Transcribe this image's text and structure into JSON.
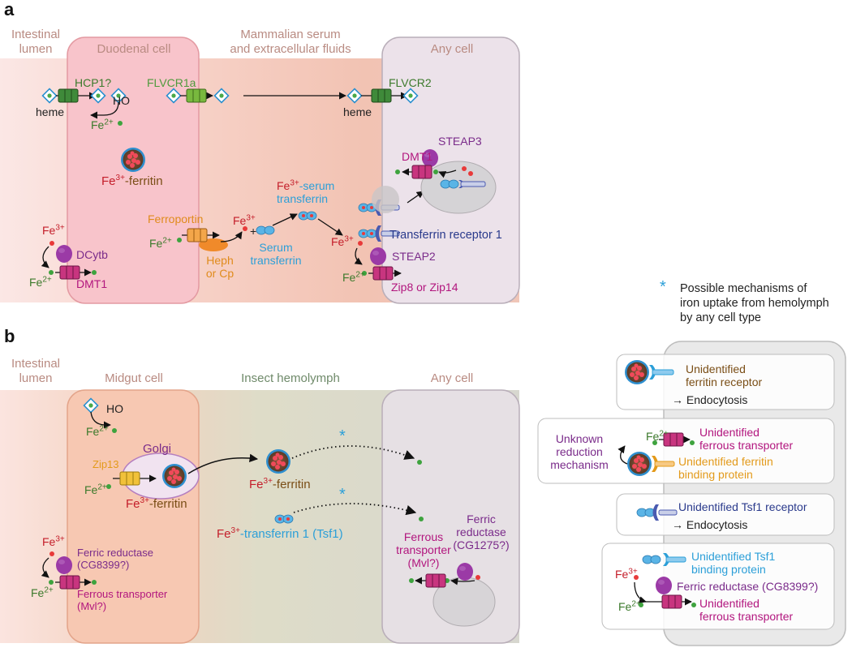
{
  "panel_a": {
    "label": "a",
    "headers": {
      "lumen": "Intestinal\nlumen",
      "cell": "Duodenal cell",
      "serum": "Mammalian serum\nand extracellular fluids",
      "any": "Any cell"
    },
    "hcp1": "HCP1?",
    "flvcr1a": "FLVCR1a",
    "flvcr2": "FLVCR2",
    "heme": "heme",
    "heme2": "heme",
    "ho": "HO",
    "fe2_ho": "Fe",
    "fe3_ferritin": "Fe",
    "ferritin_suffix": "-ferritin",
    "ferroportin": "Ferroportin",
    "fe2_fpn": "Fe",
    "fe3_fpn": "Fe",
    "plus": "+",
    "heph": "Heph\nor Cp",
    "serum_transferrin": "Serum\ntransferrin",
    "fe3_serum": "Fe",
    "serum_suffix": "-serum\ntransferrin",
    "fe3_tfr": "Fe",
    "tfr1": "Transferrin receptor 1",
    "steap3": "STEAP3",
    "dmt1_any": "DMT1",
    "steap2": "STEAP2",
    "zip": "Zip8 or Zip14",
    "fe2_zip": "Fe",
    "fe3_dcytb": "Fe",
    "dcytb": "DCytb",
    "fe2_dmt1": "Fe",
    "dmt1": "DMT1"
  },
  "panel_b": {
    "label": "b",
    "headers": {
      "lumen": "Intestinal\nlumen",
      "cell": "Midgut cell",
      "hemo": "Insect hemolymph",
      "any": "Any cell"
    },
    "ho": "HO",
    "fe2_ho": "Fe",
    "golgi": "Golgi",
    "zip13": "Zip13",
    "fe2_zip13": "Fe",
    "fe3_golgi": "Fe",
    "ferritin_suffix": "-ferritin",
    "fe3_hemo": "Fe",
    "ferritin_hemo_suffix": "-ferritin",
    "fe3_tsf": "Fe",
    "tsf_suffix": "-transferrin 1 (Tsf1)",
    "fe3_red": "Fe",
    "ferric_red": "Ferric reductase\n(CG8399?)",
    "ferrous_tr": "Ferrous transporter\n(Mvl?)",
    "fe2_red": "Fe",
    "any_ferric": "Ferric\nreductase\n(CG1275?)",
    "any_ferrous": "Ferrous\ntransporter\n(Mvl?)",
    "asterisk1": "*",
    "asterisk2": "*"
  },
  "legend": {
    "asterisk": "*",
    "text": "Possible mechanisms of\niron uptake from hemolymph\nby any cell type",
    "box1_title": "Unidentified\nferritin receptor",
    "box1_endo": "→ Endocytosis",
    "box2_fe": "Fe",
    "box2_unknown": "Unknown\nreduction\nmechanism",
    "box2_transporter": "Unidentified\nferrous transporter",
    "box2_binding": "Unidentified ferritin\nbinding protein",
    "box3_title": "Unidentified Tsf1 receptor",
    "box3_endo": "→ Endocytosis",
    "box4_binding": "Unidentified Tsf1\nbinding protein",
    "box4_fe3": "Fe",
    "box4_reductase": "Ferric reductase (CG8399?)",
    "box4_fe2": "Fe",
    "box4_transporter": "Unidentified\nferrous transporter"
  },
  "charges": {
    "two": "2+",
    "three": "3+"
  },
  "colors": {
    "lumen_pink": "#f8dcd8",
    "serum_peach": "#f3c9bb",
    "duodenal_cell": "#f7c6cc",
    "any_cell": "#ece3ea",
    "midgut_cell": "#f6c9b4",
    "hemolymph": "#d9dbc9",
    "fe_red": "#e83a3a",
    "fe_green": "#3ea33e"
  }
}
